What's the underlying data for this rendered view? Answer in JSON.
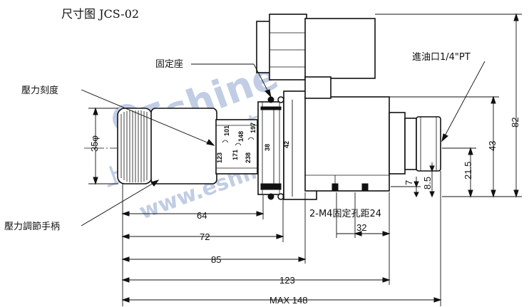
{
  "title": "尺寸图 JCS-02",
  "labels": {
    "seat": "固定座",
    "pressure_scale": "壓力刻度",
    "adjust_handle": "壓力調節手柄",
    "inlet": "進油口1/4\"PT",
    "mount_hole": "2-M4固定孔距24"
  },
  "dimensions": {
    "d64": "64",
    "d72": "72",
    "d85": "85",
    "d123": "123",
    "max": "MAX 148",
    "d32": "32",
    "d82": "82",
    "d43": "43",
    "d21_5": "21.5",
    "d8_5": "8.5",
    "d7": "7",
    "dia35": "35φ",
    "d38": "38",
    "d42": "42"
  },
  "scale_marks": [
    "101",
    "148",
    "197",
    "123",
    "171",
    "238"
  ],
  "watermark": {
    "brand": "Eshine",
    "company": "上海公新液機械有限公司",
    "url": "www.eshinefj.com",
    "color": "#8fa6cf"
  }
}
